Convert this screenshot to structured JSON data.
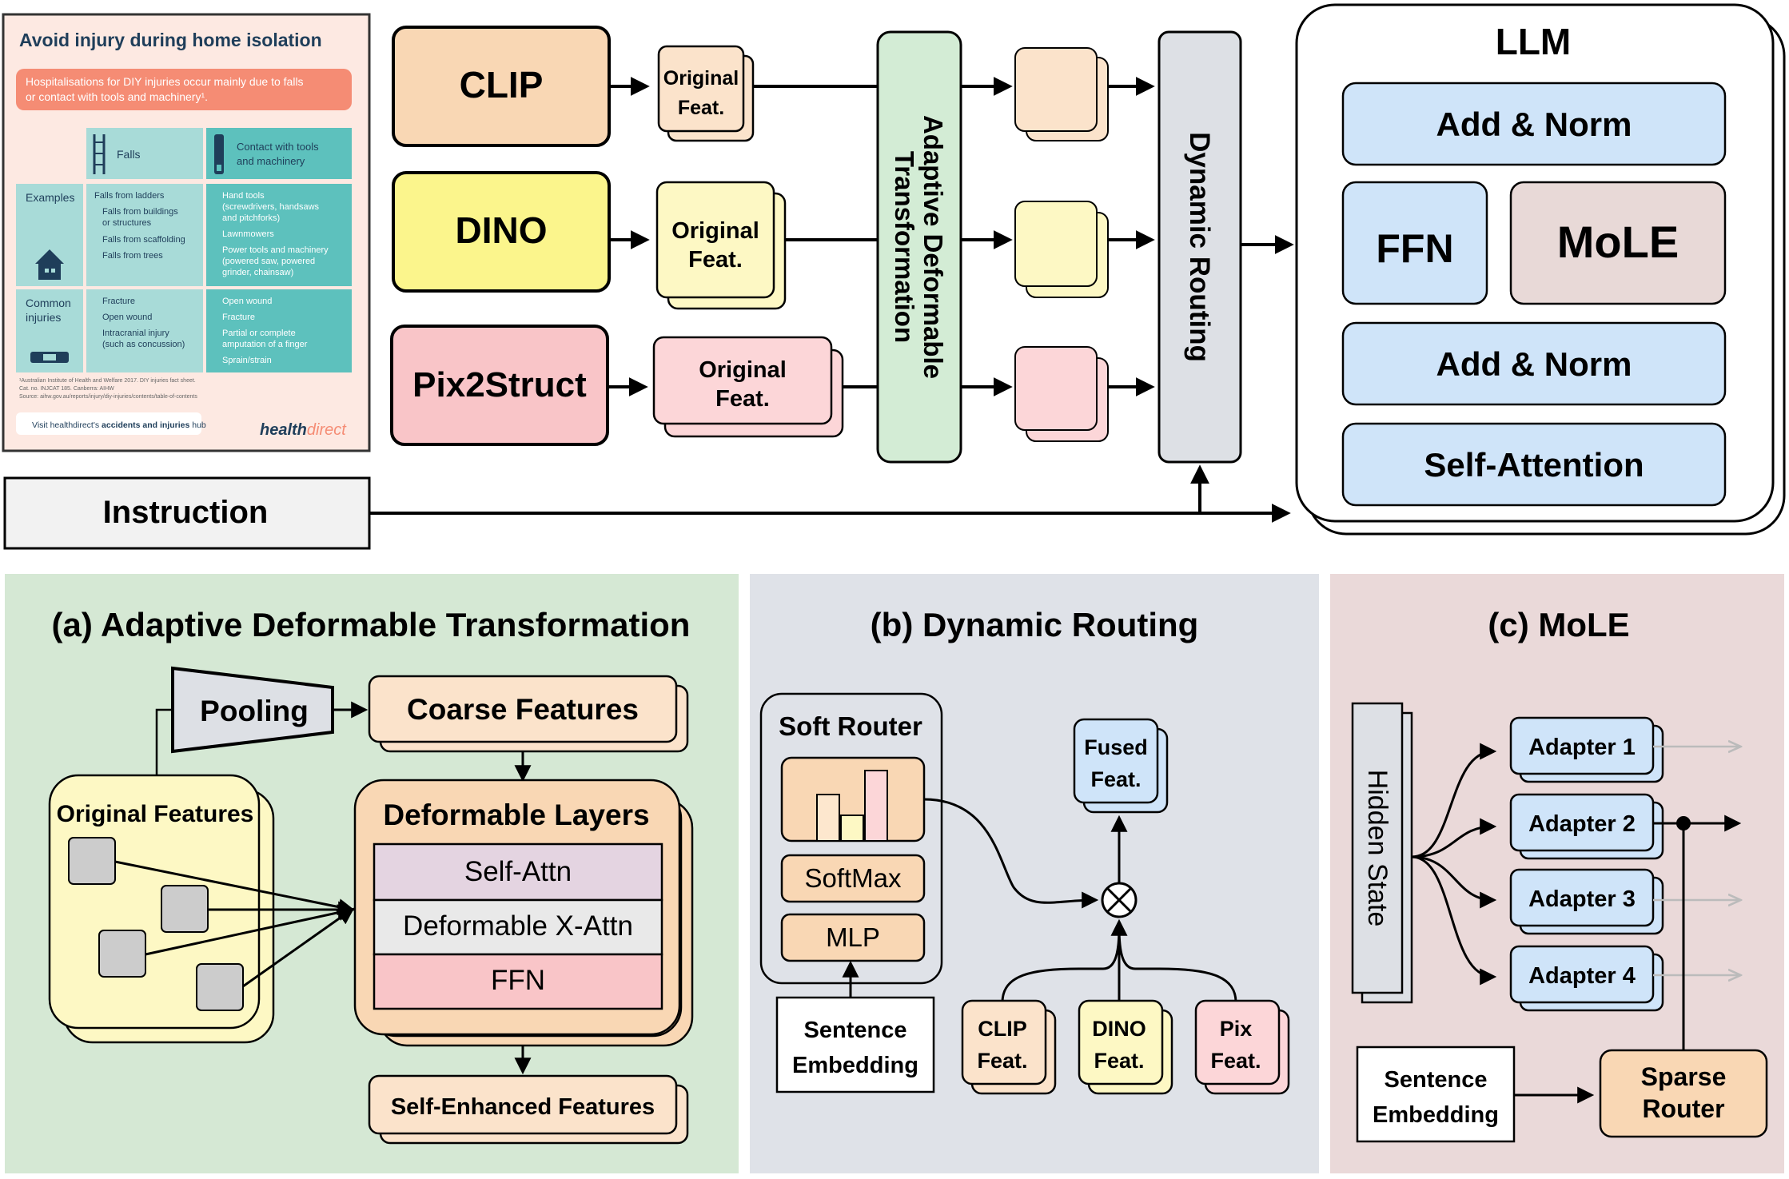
{
  "infographic": {
    "title": "Avoid injury during home isolation",
    "banner_line1": "Hospitalisations for DIY injuries occur mainly due to falls",
    "banner_line2": "or contact with tools and machinery¹.",
    "col_falls": "Falls",
    "col_tools_line1": "Contact with tools",
    "col_tools_line2": "and machinery",
    "row_examples": "Examples",
    "row_common_line1": "Common",
    "row_common_line2": "injuries",
    "falls_examples": [
      "Falls from ladders",
      "Falls from buildings",
      "or structures",
      "Falls from scaffolding",
      "Falls from trees"
    ],
    "tools_examples": [
      "Hand tools",
      "(screwdrivers, handsaws",
      "and pitchforks)",
      "Lawnmowers",
      "Power tools and machinery",
      "(powered saw, powered",
      "grinder, chainsaw)"
    ],
    "falls_injuries": [
      "Fracture",
      "Open wound",
      "Intracranial injury",
      "(such as concussion)"
    ],
    "tools_injuries": [
      "Open wound",
      "Fracture",
      "Partial or complete",
      "amputation of a finger",
      "Sprain/strain"
    ],
    "footnote_line1": "¹Australian Institute of Health and Welfare 2017. DIY injuries fact sheet.",
    "footnote_line2": "Cat. no. INJCAT 185. Canberra: AIHW",
    "source": "Source: aihw.gov.au/reports/injury/diy-injuries/contents/table-of-contents",
    "visit_prefix": "Visit healthdirect's",
    "visit_link": "accidents and injuries",
    "visit_suffix": "hub",
    "brand_health": "health",
    "brand_direct": "direct"
  },
  "encoders": {
    "clip": "CLIP",
    "dino": "DINO",
    "pix2struct": "Pix2Struct"
  },
  "feat_stacks": {
    "clip_line1": "Original",
    "clip_line2": "Feat.",
    "dino_line1": "Original",
    "dino_line2": "Feat.",
    "pix_line1": "Original",
    "pix_line2": "Feat."
  },
  "adt_label_line1": "Adaptive Deformable",
  "adt_label_line2": "Transformation",
  "routing_label": "Dynamic Routing",
  "instruction": "Instruction",
  "llm": {
    "title": "LLM",
    "add_norm_top": "Add & Norm",
    "ffn": "FFN",
    "mole": "MoLE",
    "add_norm_bottom": "Add & Norm",
    "self_attention": "Self-Attention"
  },
  "panel_a": {
    "title": "(a) Adaptive Deformable Transformation",
    "pooling": "Pooling",
    "coarse": "Coarse Features",
    "original": "Original Features",
    "deformable": "Deformable Layers",
    "self_attn": "Self-Attn",
    "deform_xattn": "Deformable X-Attn",
    "ffn": "FFN",
    "self_enhanced": "Self-Enhanced Features"
  },
  "panel_b": {
    "title": "(b) Dynamic Routing",
    "soft_router": "Soft Router",
    "softmax": "SoftMax",
    "mlp": "MLP",
    "sentence_line1": "Sentence",
    "sentence_line2": "Embedding",
    "fused_line1": "Fused",
    "fused_line2": "Feat.",
    "clip_line1": "CLIP",
    "clip_line2": "Feat.",
    "dino_line1": "DINO",
    "dino_line2": "Feat.",
    "pix_line1": "Pix",
    "pix_line2": "Feat."
  },
  "panel_c": {
    "title": "(c) MoLE",
    "hidden_state": "Hidden State",
    "adapters": [
      "Adapter 1",
      "Adapter 2",
      "Adapter 3",
      "Adapter 4"
    ],
    "sentence_line1": "Sentence",
    "sentence_line2": "Embedding",
    "router_line1": "Sparse",
    "router_line2": "Router"
  },
  "colors": {
    "clip_fill": "#f9d7b4",
    "dino_fill": "#fbf58c",
    "pix_fill": "#f9c5c8",
    "adt_fill": "#d3ecd5",
    "routing_fill": "#dde0e5",
    "llm_block_fill": "#cfe4f9",
    "mole_fill": "#e8d9d7",
    "panel_a_bg": "#d5e8d4",
    "panel_b_bg": "#dfe2e8",
    "panel_c_bg": "#ead9d9",
    "teal": "#5dc1bd",
    "banner": "#f58c74"
  }
}
